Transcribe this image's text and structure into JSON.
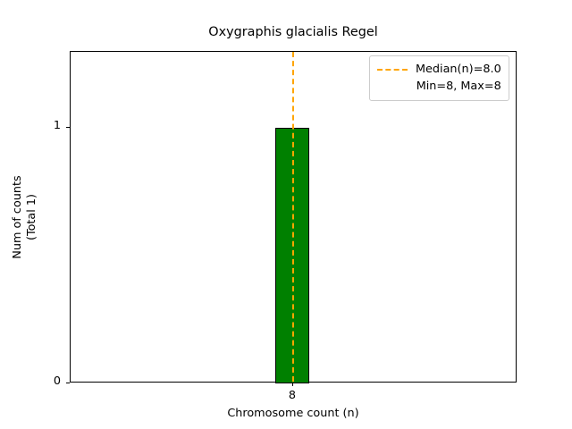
{
  "chart_data": {
    "type": "bar",
    "title": "Oxygraphis glacialis Regel",
    "xlabel": "Chromosome count (n)",
    "ylabel_line1": "Num of counts",
    "ylabel_line2": "(Total 1)",
    "categories": [
      "8"
    ],
    "values": [
      1
    ],
    "xticks": [
      "8"
    ],
    "yticks": [
      "0",
      "1"
    ],
    "ylim": [
      0,
      1.3
    ],
    "grid": false,
    "bar_color": "#008000",
    "bar_edge_color": "#000000",
    "annotations": {
      "median_line_value": "8",
      "median_line_color": "#FFA500",
      "median_line_style": "dashed"
    },
    "legend": {
      "position": "upper right",
      "entries": [
        {
          "label": "Median(n)=8.0",
          "color": "#FFA500",
          "style": "dashed"
        },
        {
          "label": "Min=8, Max=8",
          "color": "",
          "style": "none"
        }
      ]
    }
  }
}
